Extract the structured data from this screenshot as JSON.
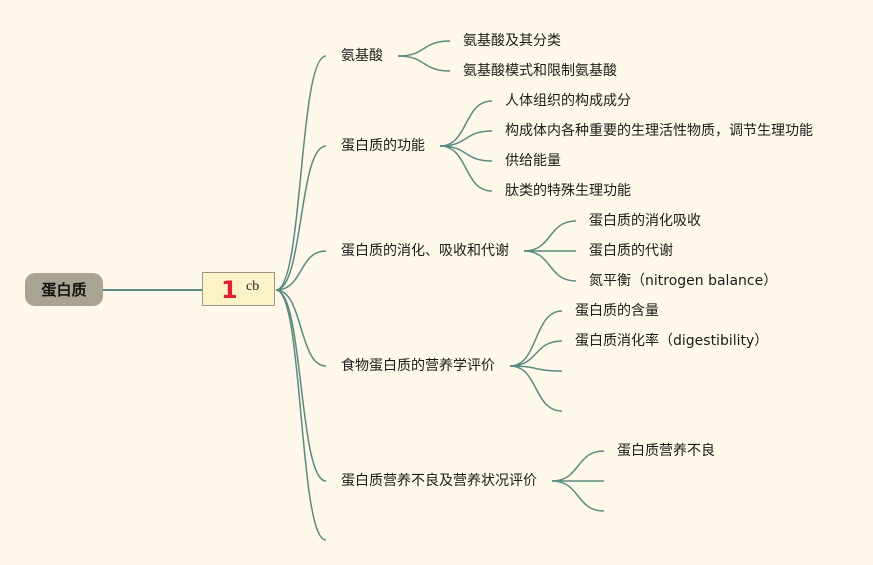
{
  "root": {
    "label": "蛋白质"
  },
  "badge": {
    "icon_name": "flag-marker-icon",
    "mark": "1",
    "text": "cb"
  },
  "colors": {
    "line": "#5b8a80",
    "root_fill": "#a8a392",
    "badge_fill": "#fcf2c7",
    "mark": "#e0202a",
    "background": "#fdf8ea"
  },
  "branches": [
    {
      "label": "氨基酸",
      "children": [
        "氨基酸及其分类",
        "氨基酸模式和限制氨基酸"
      ]
    },
    {
      "label": "蛋白质的功能",
      "children": [
        "人体组织的构成成分",
        "构成体内各种重要的生理活性物质，调节生理功能",
        "供给能量",
        "肽类的特殊生理功能"
      ]
    },
    {
      "label": "蛋白质的消化、吸收和代谢",
      "children": [
        "蛋白质的消化吸收",
        "蛋白质的代谢",
        "氮平衡（nitrogen balance）"
      ]
    },
    {
      "label": "食物蛋白质的营养学评价",
      "children": [
        "蛋白质的含量",
        "蛋白质消化率（digestibility）",
        "",
        ""
      ]
    },
    {
      "label": "蛋白质营养不良及营养状况评价",
      "children": [
        "蛋白质营养不良",
        "",
        ""
      ]
    },
    {
      "label": "",
      "children": []
    }
  ]
}
